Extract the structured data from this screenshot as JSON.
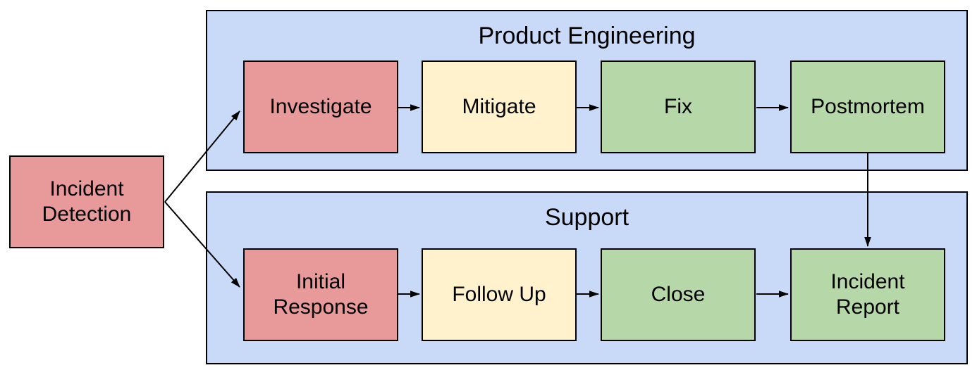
{
  "diagram": {
    "type": "flowchart",
    "source_node": {
      "id": "incident_detection",
      "label": "Incident Detection",
      "color_role": "red"
    },
    "containers": [
      {
        "id": "product_engineering",
        "title": "Product Engineering",
        "nodes": [
          {
            "id": "investigate",
            "label": "Investigate",
            "color_role": "red"
          },
          {
            "id": "mitigate",
            "label": "Mitigate",
            "color_role": "yellow"
          },
          {
            "id": "fix",
            "label": "Fix",
            "color_role": "green"
          },
          {
            "id": "postmortem",
            "label": "Postmortem",
            "color_role": "green"
          }
        ]
      },
      {
        "id": "support",
        "title": "Support",
        "nodes": [
          {
            "id": "initial_response",
            "label": "Initial Response",
            "color_role": "red"
          },
          {
            "id": "follow_up",
            "label": "Follow Up",
            "color_role": "yellow"
          },
          {
            "id": "close",
            "label": "Close",
            "color_role": "green"
          },
          {
            "id": "incident_report",
            "label": "Incident Report",
            "color_role": "green"
          }
        ]
      }
    ],
    "edges": [
      {
        "from": "incident_detection",
        "to": "investigate"
      },
      {
        "from": "incident_detection",
        "to": "initial_response"
      },
      {
        "from": "investigate",
        "to": "mitigate"
      },
      {
        "from": "mitigate",
        "to": "fix"
      },
      {
        "from": "fix",
        "to": "postmortem"
      },
      {
        "from": "postmortem",
        "to": "incident_report"
      },
      {
        "from": "initial_response",
        "to": "follow_up"
      },
      {
        "from": "follow_up",
        "to": "close"
      },
      {
        "from": "close",
        "to": "incident_report"
      }
    ],
    "palette": {
      "node-red": "#E89A9B",
      "node-yellow": "#FFF2CC",
      "node-green": "#B6D7A8",
      "container-blue": "#C9DAF8",
      "border": "#000000",
      "text": "#000000",
      "canvas": "#FFFFFF"
    }
  }
}
